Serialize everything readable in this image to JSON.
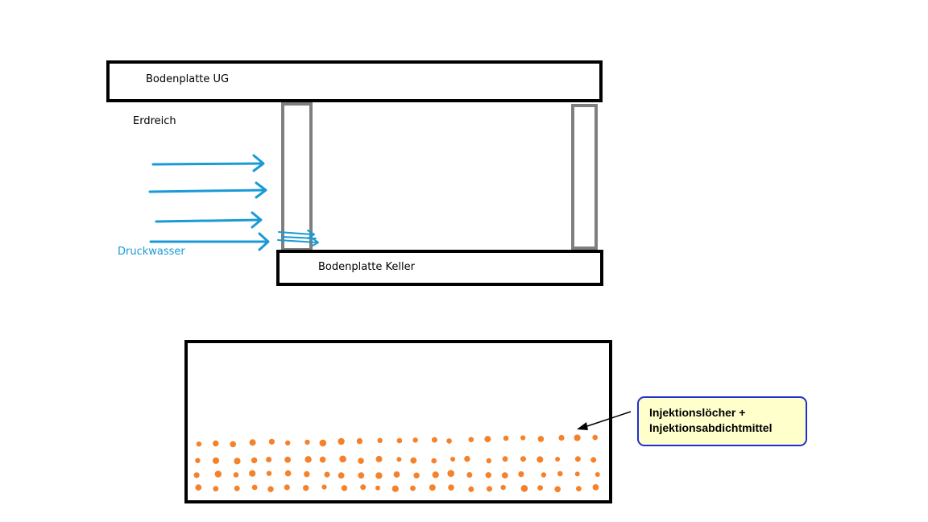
{
  "labels": {
    "bodenplatte_ug": "Bodenplatte UG",
    "erdreich": "Erdreich",
    "druckwasser": "Druckwasser",
    "bodenplatte_keller": "Bodenplatte Keller"
  },
  "callout": {
    "line1": "Injektionslöcher +",
    "line2": "Injektionsabdichtmittel"
  },
  "colors": {
    "outline": "#000000",
    "wall": "#7f7f7f",
    "water_arrow": "#1a9ad6",
    "dot": "#f5822a",
    "callout_fill": "#ffffcc",
    "callout_border": "#1f2fd1"
  },
  "dot_grid": {
    "rows": 4,
    "columns": 23
  }
}
